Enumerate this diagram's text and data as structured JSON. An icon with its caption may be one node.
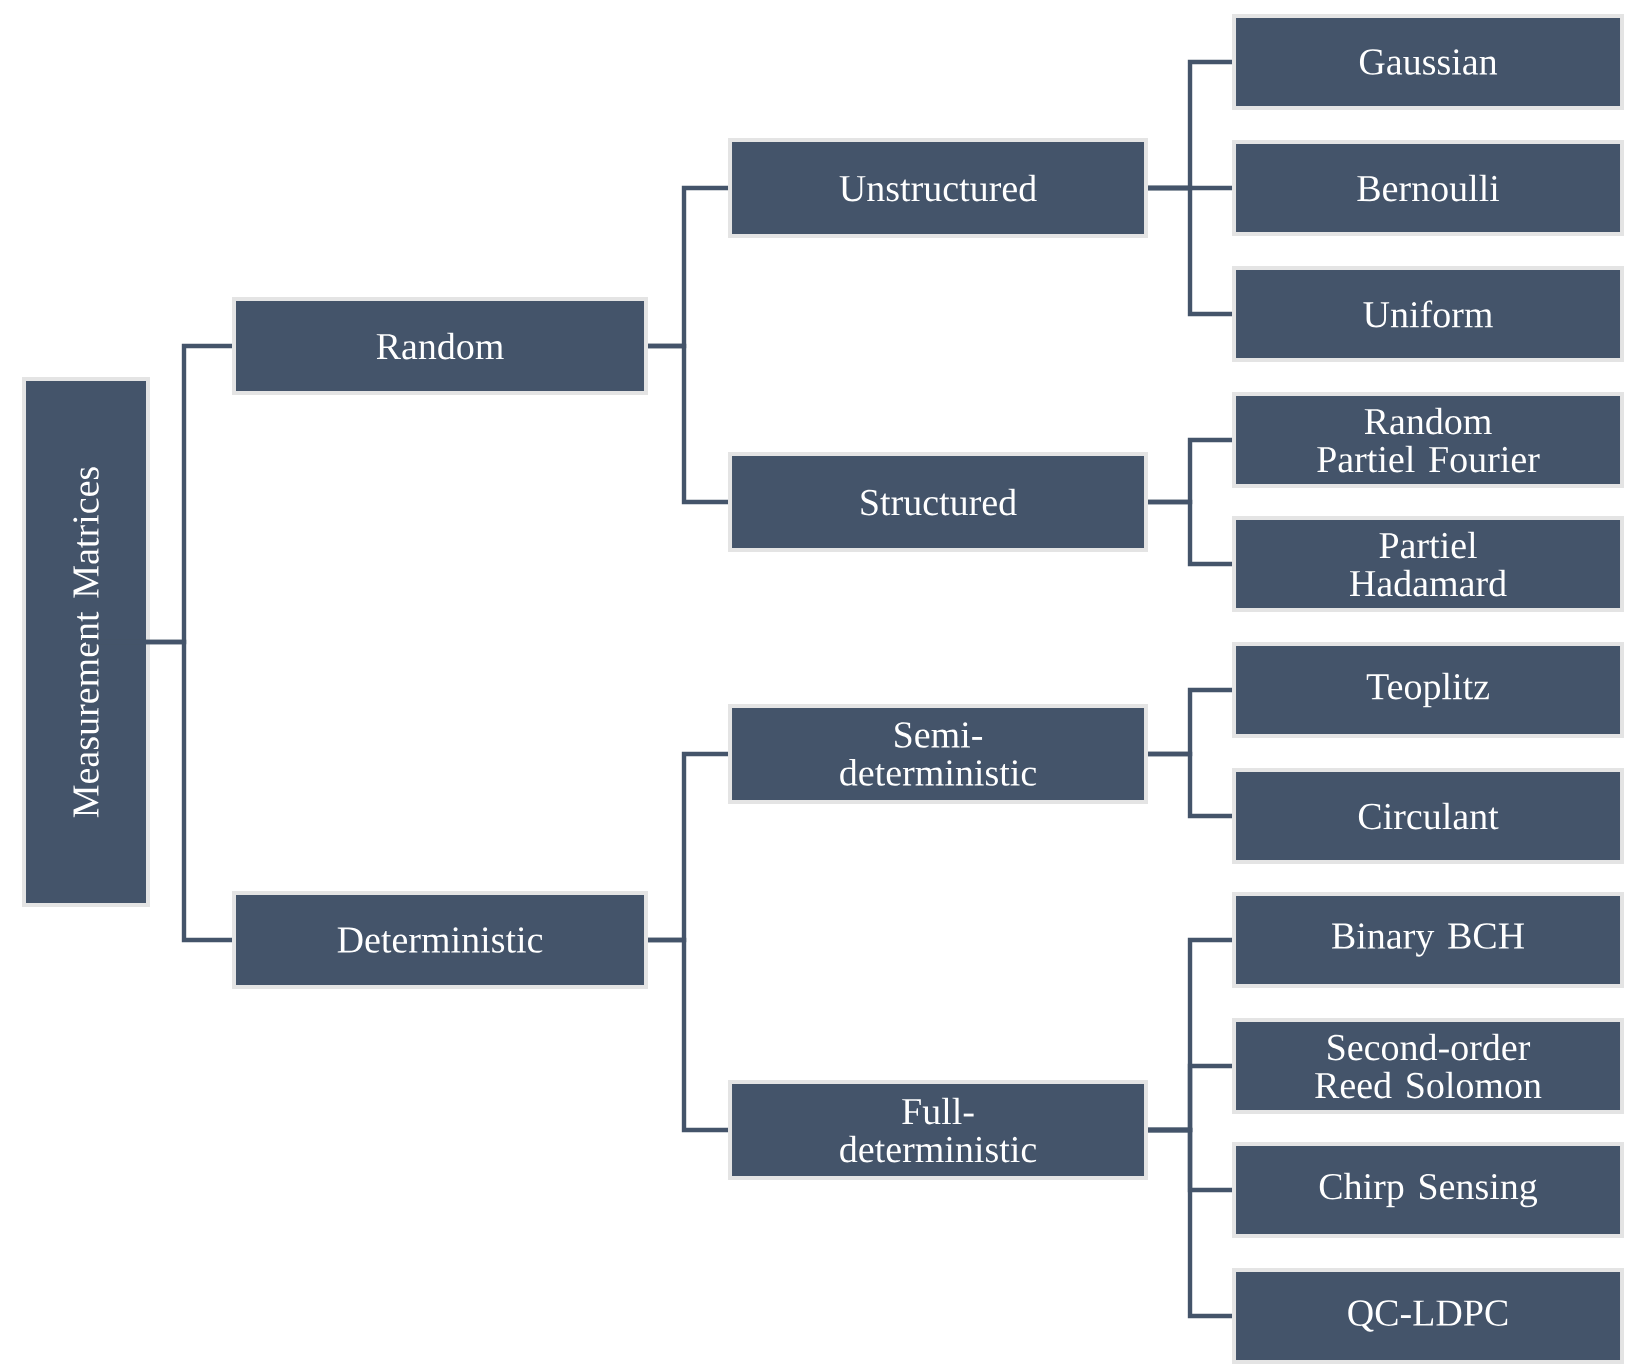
{
  "diagram": {
    "nodes": [
      {
        "text": [
          "Measurement Matrices"
        ]
      },
      {
        "text": [
          "Random"
        ]
      },
      {
        "text": [
          "Deterministic"
        ]
      },
      {
        "text": [
          "Unstructured"
        ]
      },
      {
        "text": [
          "Structured"
        ]
      },
      {
        "text": [
          "Semi- deterministic"
        ]
      },
      {
        "text": [
          "Full- deterministic"
        ]
      },
      {
        "text": [
          "Gaussian"
        ]
      },
      {
        "text": [
          "Bernoulli"
        ]
      },
      {
        "text": [
          "Uniform"
        ]
      },
      {
        "text": [
          "Random Partiel Fourier"
        ]
      },
      {
        "text": [
          "Partiel Hadamard"
        ]
      },
      {
        "text": [
          "Teoplitz"
        ]
      },
      {
        "text": [
          "Circulant"
        ]
      },
      {
        "text": [
          "Binary BCH"
        ]
      },
      {
        "text": [
          "Second-order Reed Solomon"
        ]
      },
      {
        "text": [
          "Chirp Sensing"
        ]
      },
      {
        "text": [
          "QC-LDPC"
        ]
      }
    ],
    "edges": [
      {
        "from": 0,
        "to": 1,
        "arrow": "none"
      },
      {
        "from": 0,
        "to": 2,
        "arrow": "none"
      },
      {
        "from": 1,
        "to": 3,
        "arrow": "none"
      },
      {
        "from": 1,
        "to": 4,
        "arrow": "none"
      },
      {
        "from": 2,
        "to": 5,
        "arrow": "none"
      },
      {
        "from": 2,
        "to": 6,
        "arrow": "none"
      },
      {
        "from": 3,
        "to": 7,
        "arrow": "none"
      },
      {
        "from": 3,
        "to": 8,
        "arrow": "none"
      },
      {
        "from": 3,
        "to": 9,
        "arrow": "none"
      },
      {
        "from": 4,
        "to": 10,
        "arrow": "none"
      },
      {
        "from": 4,
        "to": 11,
        "arrow": "none"
      },
      {
        "from": 5,
        "to": 12,
        "arrow": "none"
      },
      {
        "from": 5,
        "to": 13,
        "arrow": "none"
      },
      {
        "from": 6,
        "to": 14,
        "arrow": "none"
      },
      {
        "from": 6,
        "to": 15,
        "arrow": "none"
      },
      {
        "from": 6,
        "to": 16,
        "arrow": "none"
      },
      {
        "from": 6,
        "to": 17,
        "arrow": "none"
      }
    ]
  }
}
